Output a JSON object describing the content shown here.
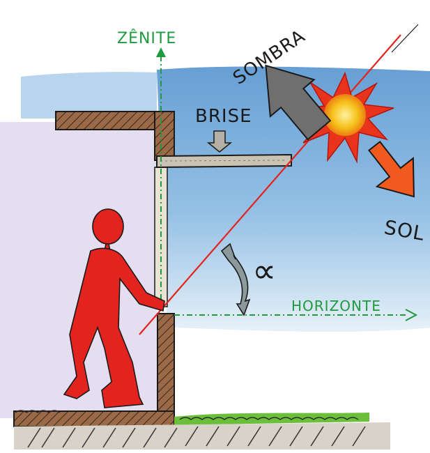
{
  "labels": {
    "zenite": "ZÊNITE",
    "sombra": "SOMBRA",
    "brise": "BRISE",
    "sol": "SOL",
    "horizonte": "HORIZONTE",
    "alpha": "∝"
  },
  "colors": {
    "sky": "#6fa6d8",
    "sky_light": "#cfe3f3",
    "wall": "#8b5a3c",
    "wall_hatch": "#3a2416",
    "interior": "#e4dcef",
    "person": "#e3231e",
    "sun_ray": "#e3231e",
    "sun_core": "#f6c21b",
    "sun_burst": "#e8341c",
    "shadow_arrow": "#6f6f6f",
    "sol_arrow": "#f05a1e",
    "alpha_arrow": "#8a9a9a",
    "guide_green": "#1f9a3f",
    "ground": "#6a5a4a",
    "grass": "#6bbf3a",
    "ink": "#1a1a1a"
  }
}
